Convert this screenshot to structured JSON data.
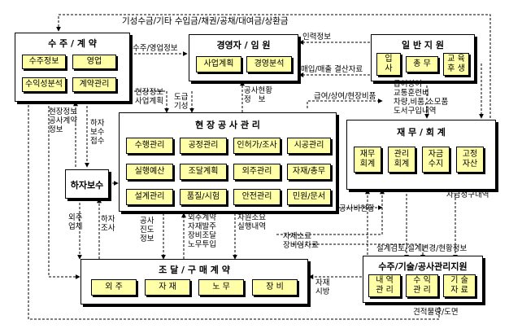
{
  "boxes": {
    "contract": {
      "title": "수 주 / 계 약",
      "cells": [
        "수주정보",
        "영업",
        "수익성분석",
        "계약관리"
      ]
    },
    "exec": {
      "title": "경영자 / 임 원",
      "cells": [
        "사업계획",
        "경영분석"
      ]
    },
    "general": {
      "title": "일 반 지 원",
      "cells": [
        "입\n사",
        "총 무",
        "교 육\n후 생"
      ]
    },
    "site": {
      "title": "현 장 공 사 관 리",
      "cells": [
        "수행관리",
        "공정관리",
        "인허가/조사",
        "시공관리",
        "실행예산",
        "조달계획",
        "외주관리",
        "자재/총무",
        "설계관리",
        "품질/시험",
        "안전관리",
        "민원/문서"
      ]
    },
    "finance": {
      "title": "재 무 / 회 계",
      "cells": [
        "재무\n회계",
        "관리\n회계",
        "자금\n수지",
        "고정\n자산"
      ]
    },
    "subcontract": {
      "title": "하자보수"
    },
    "procurement": {
      "title": "조 달 / 구 매 계 약",
      "cells": [
        "외 주",
        "자 재",
        "노 무",
        "장 비"
      ]
    },
    "tech": {
      "title": "수주/기술/공사관리지원",
      "cells": [
        "내 역\n관 리",
        "수 익\n관 리",
        "기 술\n자 료"
      ]
    }
  },
  "flows": {
    "top": "기성수금/기타 수입금/채권/공채/대여금/상환금",
    "sales_info": "수주/영업정보",
    "hr_info": "인력정보",
    "sales_settlement": "매입/매출 결산자료",
    "site_status": "공사현황\n정   보",
    "salary_items": "급여/상여/현장비품",
    "expense_list": "급여상여\n교통훈련비\n차량,비품,소모품\n도서구입내역",
    "site_info_plan": "현장정보\n사업계획",
    "progress": "도급\n기성",
    "site_contract_info": "현장정보\n공사계약\n정보",
    "defect_receipt": "하자\n보수\n접수",
    "fund_request": "자금청구내역",
    "site_cost": "공사비현황",
    "outsourcing_business": "외주\n업체",
    "defect_survey": "하자\n조사",
    "schedule_info": "공사\n진도\n정보",
    "procure_items": "외주계약\n자재발주\n장비조달\n노무투입",
    "material_usage": "자원소요\n실행내역",
    "material_lease": "자재소료\n장비임차료",
    "design_review": "설계검토/설계변경/현황정보",
    "material_plan": "자재\n시방",
    "estimate": "견적물량/도면"
  }
}
